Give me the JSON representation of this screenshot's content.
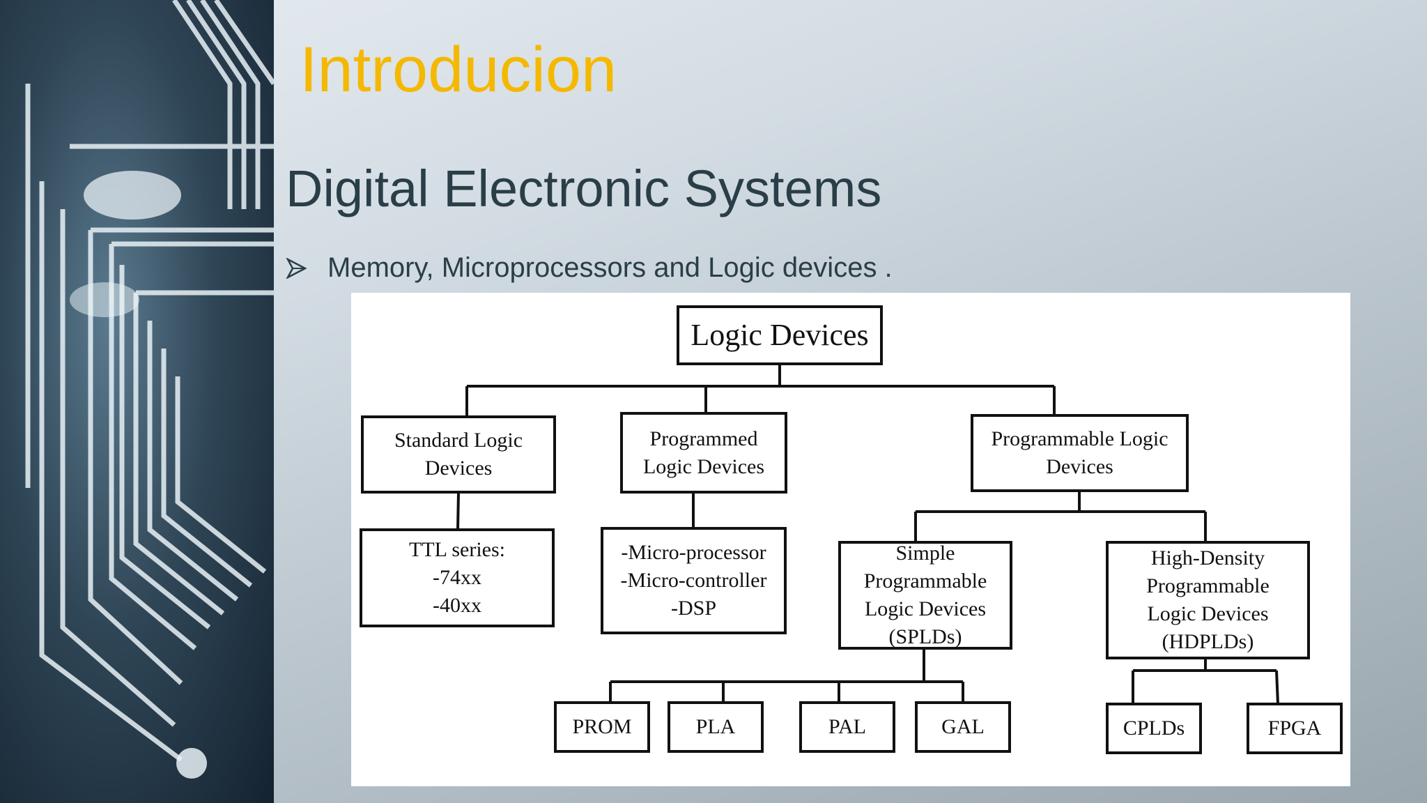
{
  "slide": {
    "title": "Introducion",
    "subtitle": "Digital Electronic Systems",
    "bullet_icon": "arrow-bullet-icon",
    "bullet_text": "Memory, Microprocessors and Logic devices ."
  },
  "diagram": {
    "root": "Logic Devices",
    "standard": {
      "line1": "Standard Logic",
      "line2": "Devices"
    },
    "programmed": {
      "line1": "Programmed",
      "line2": "Logic Devices"
    },
    "programmable": {
      "line1": "Programmable Logic",
      "line2": "Devices"
    },
    "ttl": {
      "line1": "TTL series:",
      "line2": "-74xx",
      "line3": "-40xx"
    },
    "micro": {
      "line1": "-Micro-processor",
      "line2": "-Micro-controller",
      "line3": "-DSP"
    },
    "spld": {
      "line1": "Simple",
      "line2": "Programmable",
      "line3": "Logic Devices",
      "line4": "(SPLDs)"
    },
    "hdpld": {
      "line1": "High-Density",
      "line2": "Programmable",
      "line3": "Logic Devices",
      "line4": "(HDPLDs)"
    },
    "prom": "PROM",
    "pla": "PLA",
    "pal": "PAL",
    "gal": "GAL",
    "cplds": "CPLDs",
    "fpga": "FPGA"
  }
}
